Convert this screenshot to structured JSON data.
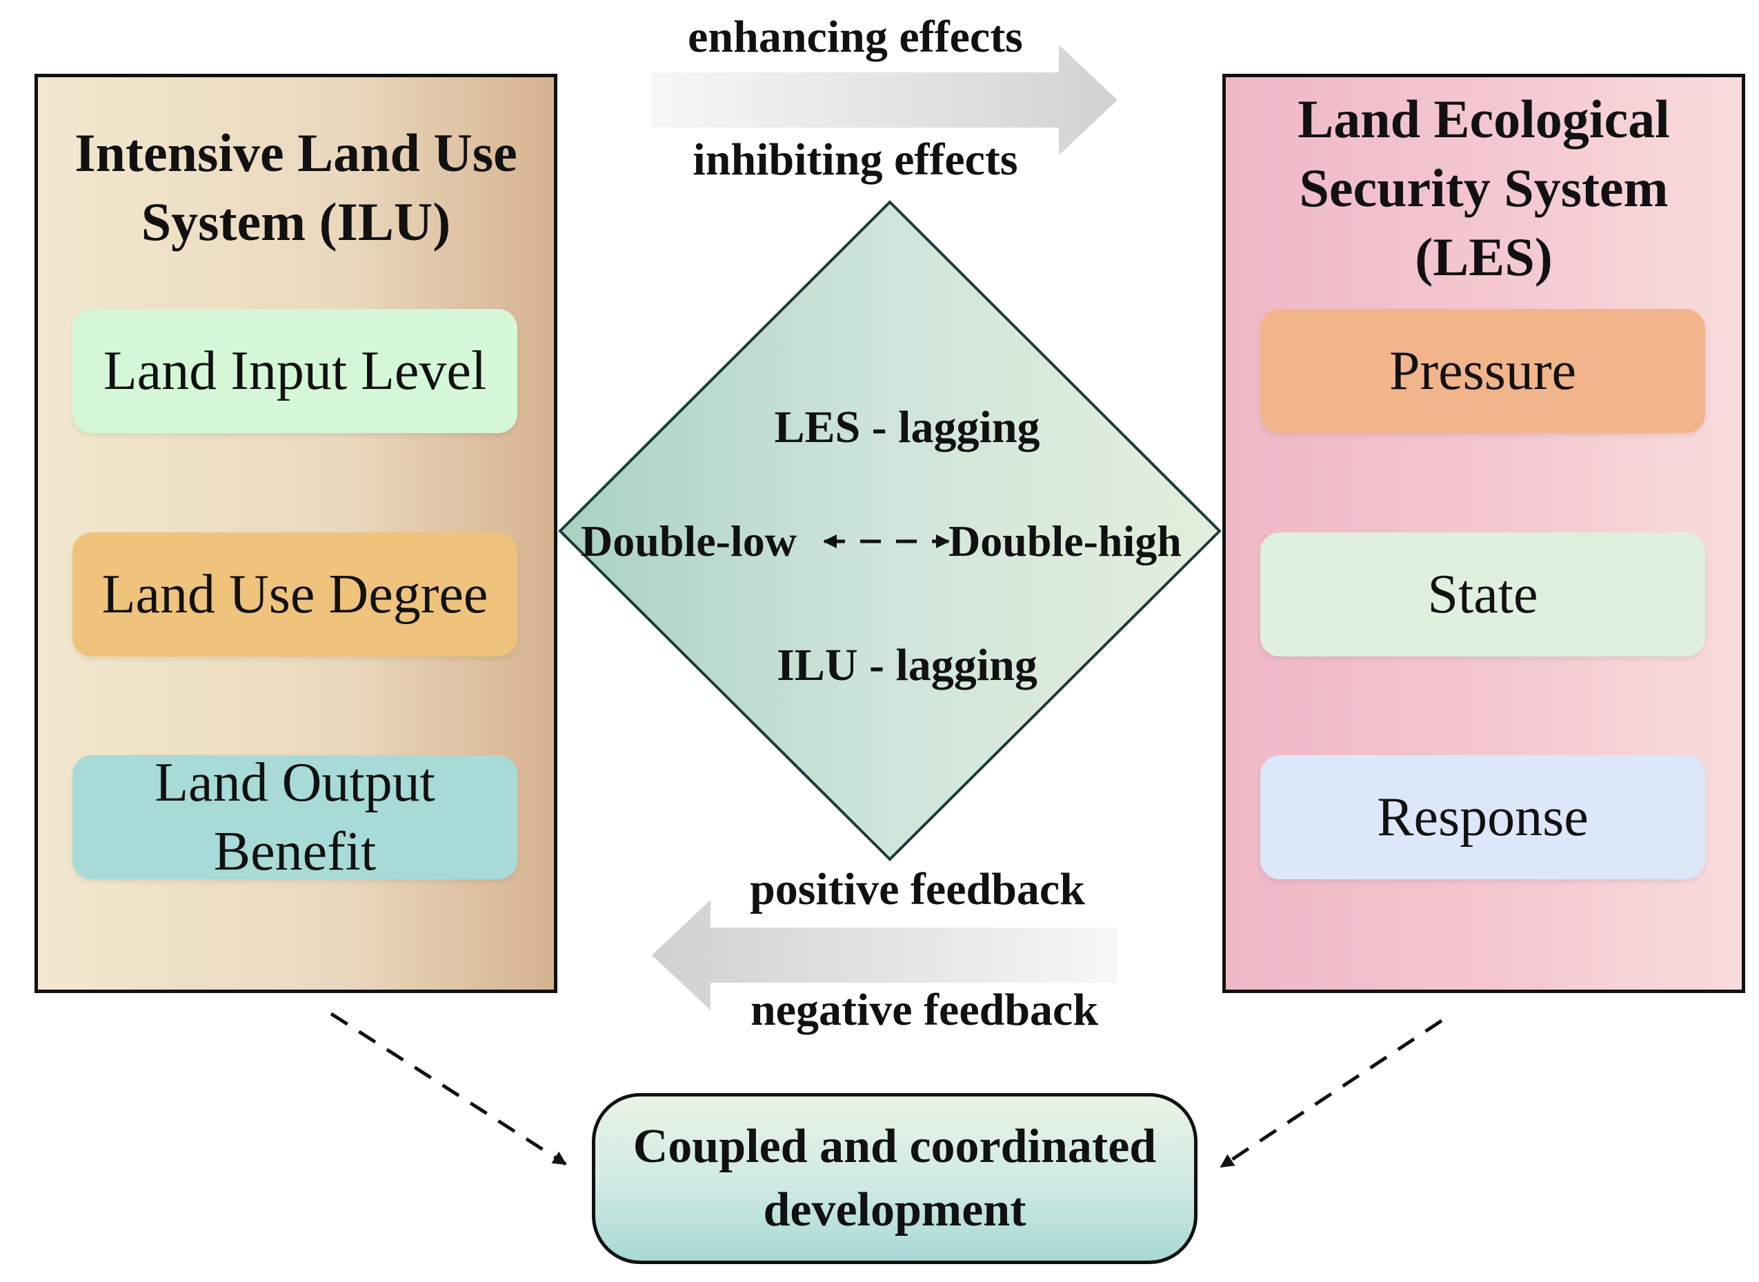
{
  "ilu": {
    "title_line1": "Intensive Land Use",
    "title_line2": "System (ILU)",
    "items": [
      {
        "label": "Land Input Level"
      },
      {
        "label": "Land Use Degree"
      },
      {
        "label_line1": "Land Output",
        "label_line2": "Benefit"
      }
    ]
  },
  "les": {
    "title_line1": "Land Ecological",
    "title_line2": "Security System",
    "title_line3": "(LES)",
    "items": [
      {
        "label": "Pressure"
      },
      {
        "label": "State"
      },
      {
        "label": "Response"
      }
    ]
  },
  "top_arrow": {
    "upper_label": "enhancing effects",
    "lower_label": "inhibiting effects"
  },
  "bottom_arrow": {
    "upper_label": "positive feedback",
    "lower_label": "negative feedback"
  },
  "diamond": {
    "top_label": "LES - lagging",
    "bottom_label": "ILU - lagging",
    "left_label": "Double-low",
    "right_label": "Double-high"
  },
  "outcome": {
    "line1": "Coupled and coordinated",
    "line2": "development"
  },
  "colors": {
    "ilu_panel": "#ead8bd",
    "les_panel": "#f4c8d1",
    "diamond_fill": "#cfe6dc",
    "arrow_gray": "#d9d9d9"
  }
}
